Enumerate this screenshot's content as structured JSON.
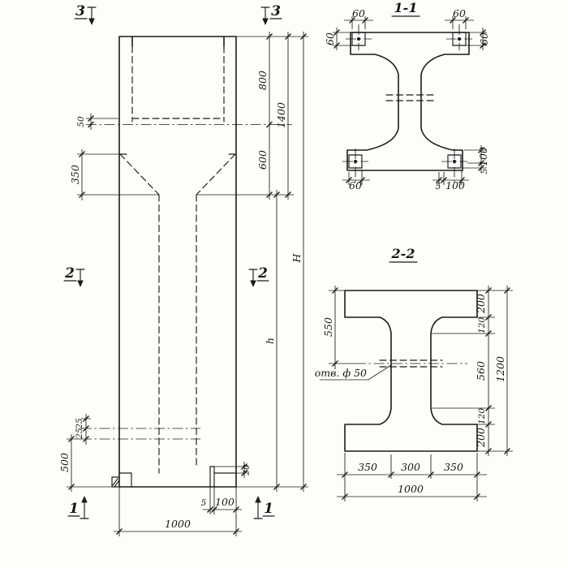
{
  "sheet": {
    "background": "#fdfdfa",
    "ink": "#1b1b1b"
  },
  "elevation": {
    "marker_3_left": "3",
    "marker_3_right": "3",
    "marker_2_left": "2",
    "marker_2_right": "2",
    "marker_1_left": "1",
    "marker_1_right": "1",
    "dim_wall_50": "50",
    "dim_taper_350": "350",
    "dim_socket_800": "800",
    "dim_neck_600": "600",
    "dim_top_1400": "1400",
    "dim_h": "h",
    "dim_H": "H",
    "dim_500": "500",
    "dim_25_upper": "25",
    "dim_25_lower": "25",
    "dim_30": "30",
    "dim_5": "5",
    "dim_100": "100",
    "dim_1000": "1000"
  },
  "section11": {
    "title": "1-1",
    "dim_60_top_left": "60",
    "dim_60_top_right": "60",
    "dim_60_side_left": "60",
    "dim_60_side_right": "60",
    "dim_60_bottom": "60",
    "dim_5_bottom": "5",
    "dim_100_bottom": "100",
    "dim_100_right": "100",
    "dim_5_right": "5"
  },
  "section22": {
    "title": "2-2",
    "hole_label": "отв. ф 50",
    "dim_550": "550",
    "dim_200_top": "200",
    "dim_120_top": "120",
    "dim_560": "560",
    "dim_120_bottom": "120",
    "dim_200_bottom": "200",
    "dim_1200": "1200",
    "dim_350_left": "350",
    "dim_300": "300",
    "dim_350_right": "350",
    "dim_1000": "1000"
  }
}
